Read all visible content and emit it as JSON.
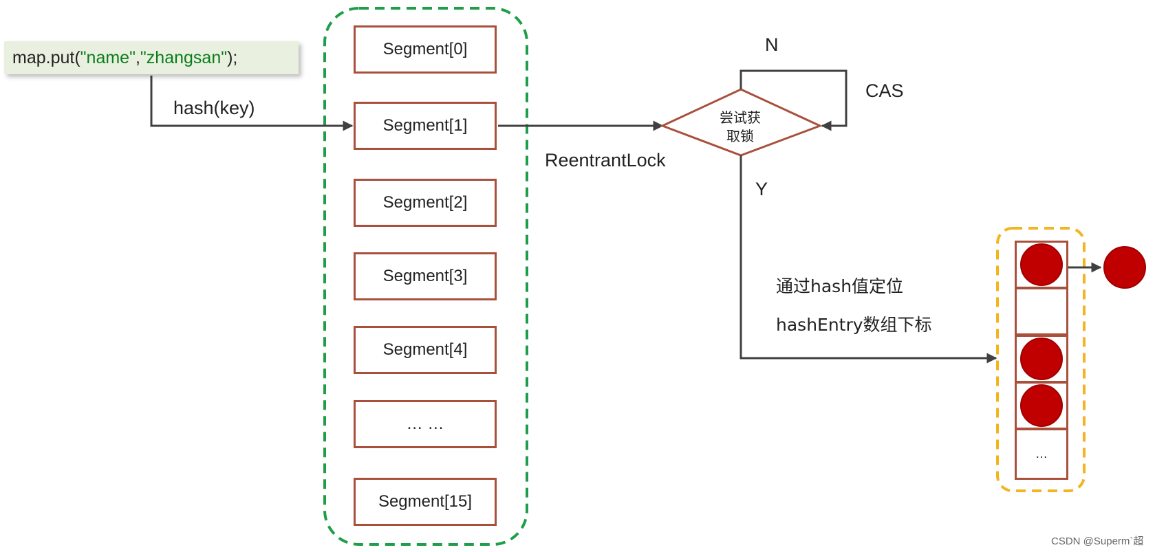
{
  "code": {
    "prefix": "map.put(",
    "arg1": "\"name\"",
    "comma": ",",
    "arg2": "\"zhangsan\"",
    "suffix": ");"
  },
  "labels": {
    "hash_key": "hash(key)",
    "reentrant_lock": "ReentrantLock",
    "n": "N",
    "cas": "CAS",
    "y": "Y",
    "locate_line1": "通过hash值定位",
    "locate_line2": "hashEntry数组下标"
  },
  "decision": {
    "line1": "尝试获",
    "line2": "取锁"
  },
  "segments": [
    "Segment[0]",
    "Segment[1]",
    "Segment[2]",
    "Segment[3]",
    "Segment[4]",
    "… …",
    "Segment[15]"
  ],
  "hash_entry": {
    "last_cell": "…"
  },
  "watermark": "CSDN @Superm`超",
  "colors": {
    "segment_group_border": "#1f9e4a",
    "entry_group_border": "#f2b51f",
    "box_border": "#a9503c",
    "node_fill": "#c00000",
    "arrow": "#404040",
    "code_background": "#e9f0e0",
    "code_string": "#0a7d1a"
  }
}
